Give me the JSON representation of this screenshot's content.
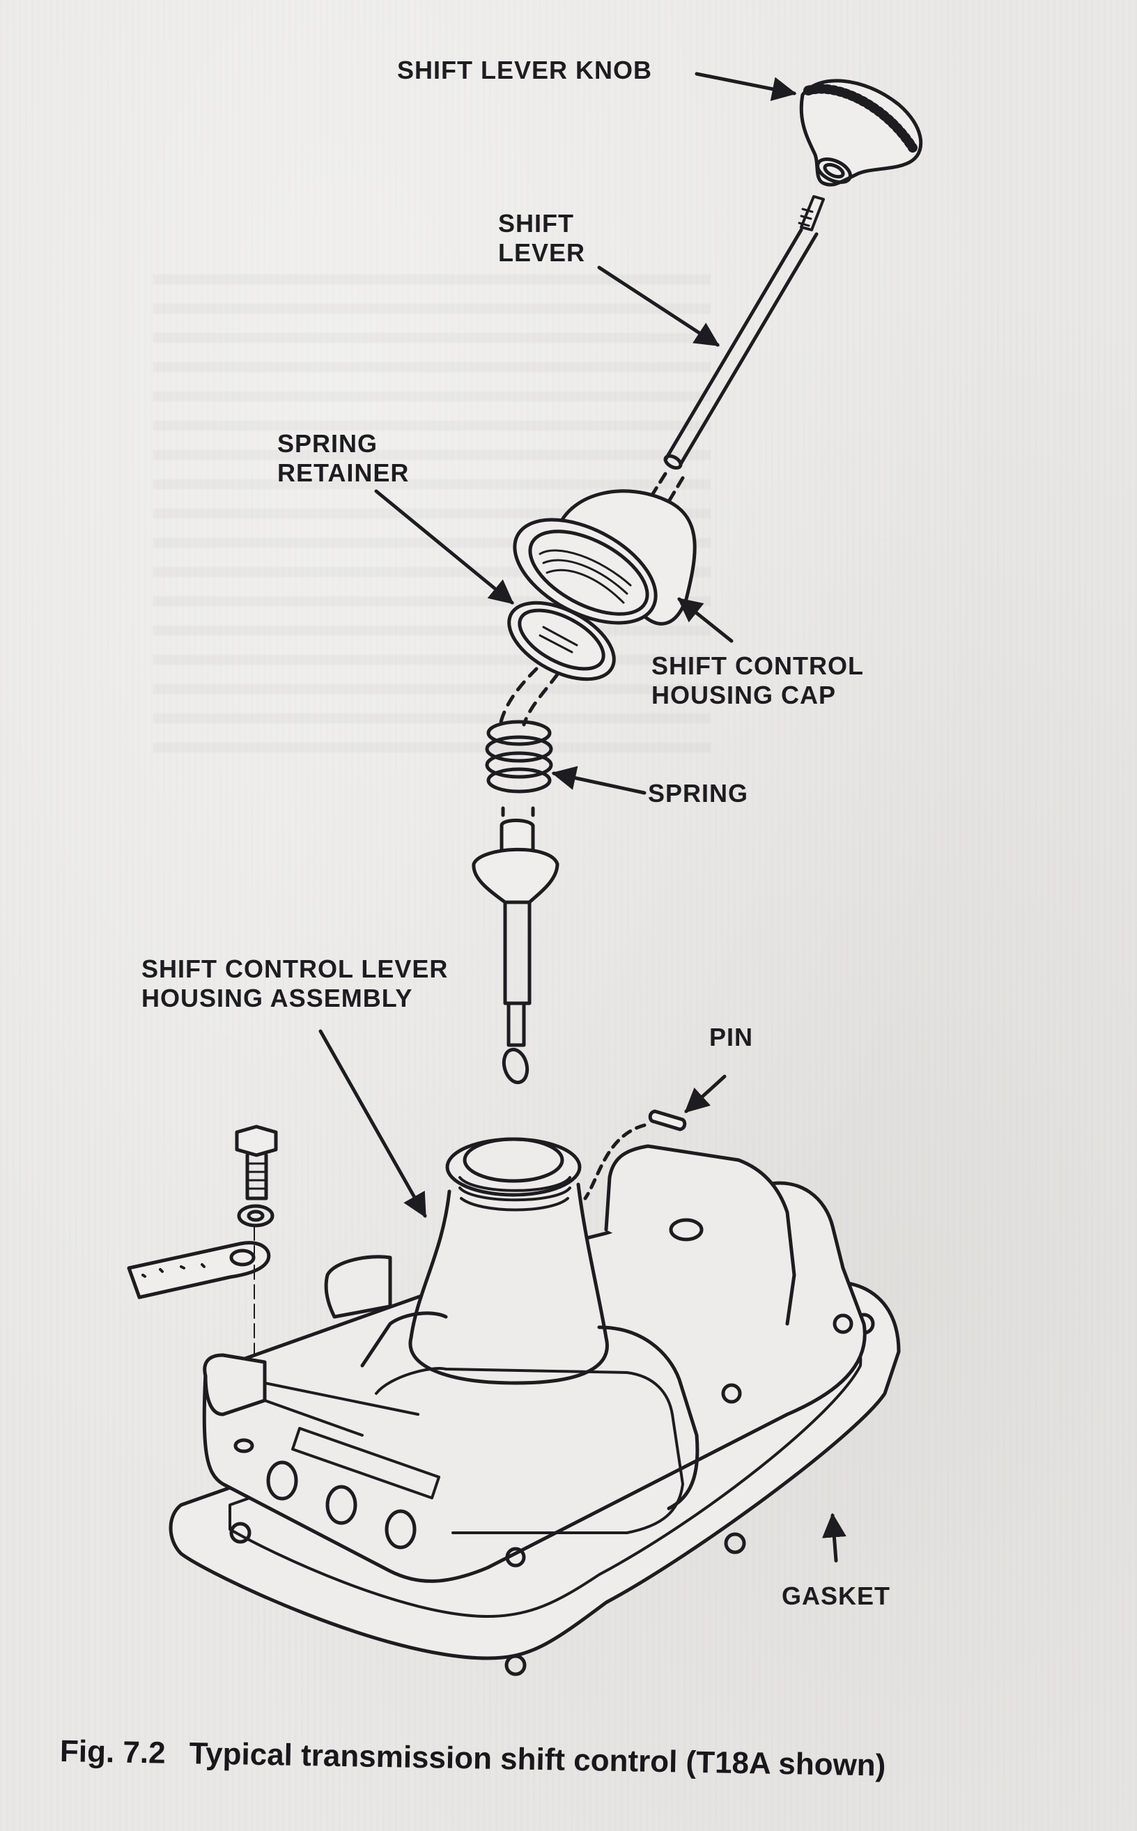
{
  "figure": {
    "number": "Fig. 7.2",
    "caption": "Typical transmission shift control (T18A shown)"
  },
  "labels": {
    "shift_lever_knob": "SHIFT LEVER KNOB",
    "shift_lever": [
      "SHIFT",
      "LEVER"
    ],
    "spring_retainer": [
      "SPRING",
      "RETAINER"
    ],
    "shift_control_housing_cap": [
      "SHIFT CONTROL",
      "HOUSING CAP"
    ],
    "spring": "SPRING",
    "shift_control_lever_housing_assembly": [
      "SHIFT CONTROL LEVER",
      "HOUSING ASSEMBLY"
    ],
    "pin": "PIN",
    "gasket": "GASKET"
  },
  "colors": {
    "ink": "#1d1c20",
    "paper": "#e9e8e6"
  }
}
